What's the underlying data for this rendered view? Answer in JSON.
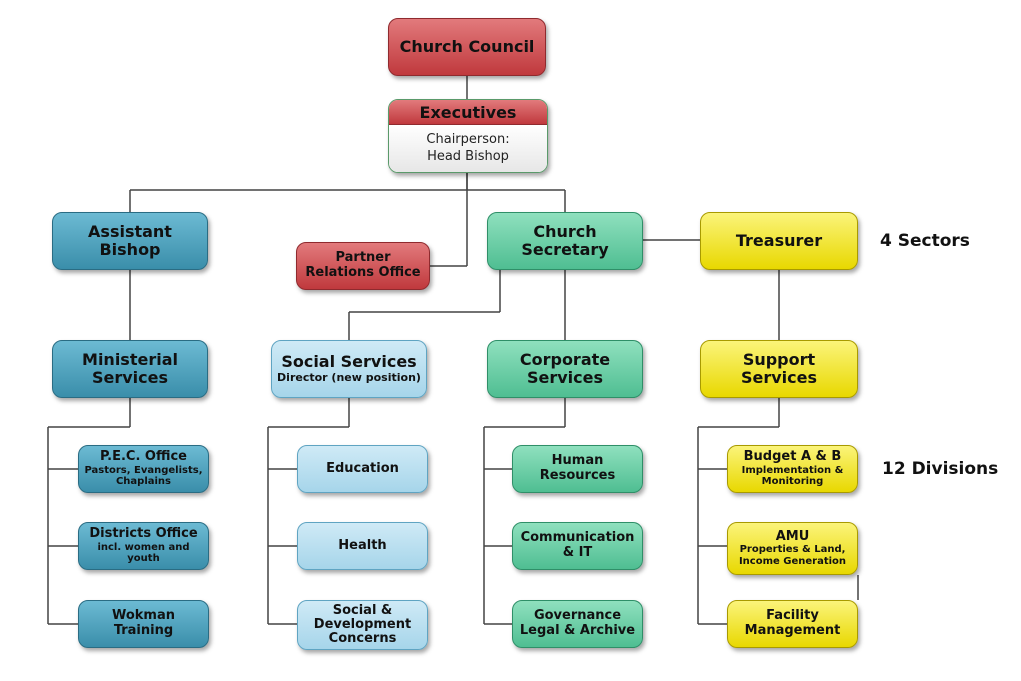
{
  "council": "Church Council",
  "executives": {
    "title": "Executives",
    "line1": "Chairperson:",
    "line2": "Head Bishop"
  },
  "sectors": {
    "assistant_bishop": [
      "Assistant",
      "Bishop"
    ],
    "partner_relations": [
      "Partner",
      "Relations Office"
    ],
    "church_secretary": [
      "Church",
      "Secretary"
    ],
    "treasurer": "Treasurer"
  },
  "services": {
    "ministerial": [
      "Ministerial",
      "Services"
    ],
    "social": {
      "title": "Social Services",
      "subtitle": "Director (new position)"
    },
    "corporate": [
      "Corporate",
      "Services"
    ],
    "support": [
      "Support",
      "Services"
    ]
  },
  "divisions": {
    "pec": {
      "title": "P.E.C. Office",
      "sub1": "Pastors, Evangelists,",
      "sub2": "Chaplains"
    },
    "districts": {
      "title": "Districts Office",
      "sub1": "incl. women and",
      "sub2": "youth"
    },
    "wokman": [
      "Wokman",
      "Training"
    ],
    "education": "Education",
    "health": "Health",
    "social_dev": [
      "Social &",
      "Development",
      "Concerns"
    ],
    "human_resources": [
      "Human",
      "Resources"
    ],
    "communication": [
      "Communication",
      "& IT"
    ],
    "governance": [
      "Governance",
      "Legal & Archive"
    ],
    "budget": {
      "title": "Budget A & B",
      "sub1": "Implementation &",
      "sub2": "Monitoring"
    },
    "amu": {
      "title": "AMU",
      "sub1": "Properties & Land,",
      "sub2": "Income Generation"
    },
    "facility": [
      "Facility",
      "Management"
    ]
  },
  "labels": {
    "sectors": "4 Sectors",
    "divisions": "12 Divisions"
  }
}
